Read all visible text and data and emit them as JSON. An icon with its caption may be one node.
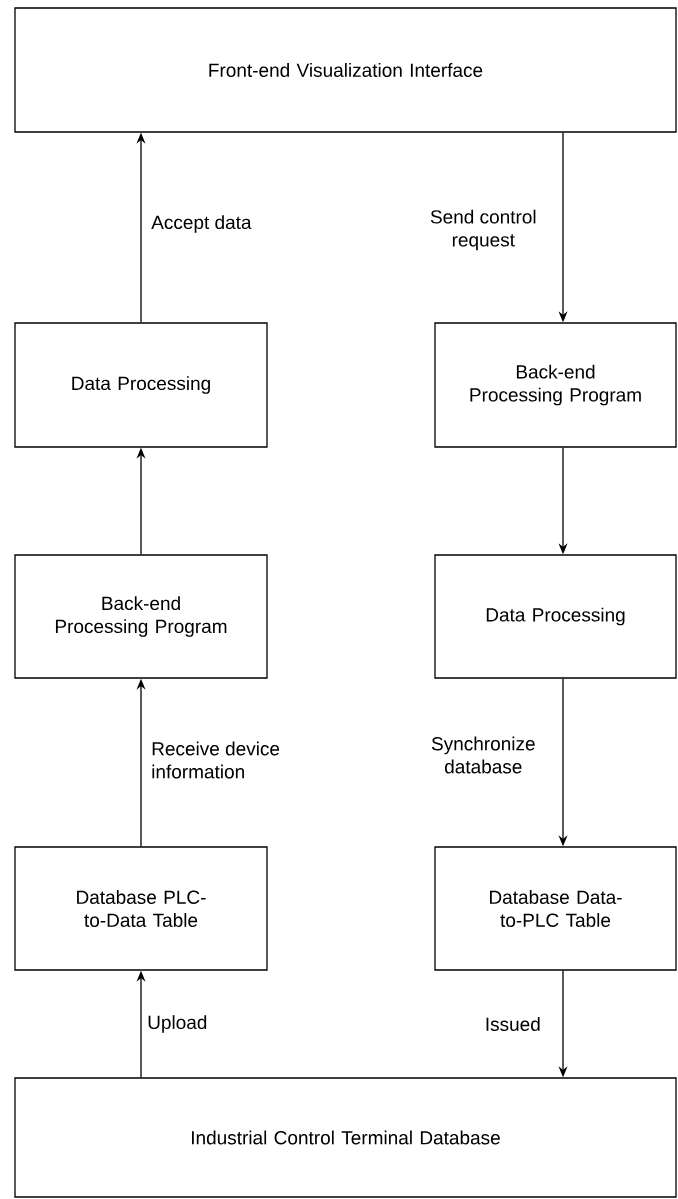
{
  "diagram": {
    "nodes": [
      {
        "text": [
          "Front-end Visualization Interface"
        ]
      },
      {
        "text": [
          "Data Processing"
        ]
      },
      {
        "text": [
          "Back-end Processing Program"
        ]
      },
      {
        "text": [
          "Database PLC-to-Data Table"
        ]
      },
      {
        "text": [
          "Back-end Processing Program"
        ]
      },
      {
        "text": [
          "Data Processing"
        ]
      },
      {
        "text": [
          "Database Data-to-PLC Table"
        ]
      },
      {
        "text": [
          "Industrial Control Terminal Database"
        ]
      }
    ],
    "edges": [
      {
        "from": 1,
        "to": 0,
        "arrow": "to",
        "label": "Accept data"
      },
      {
        "from": 2,
        "to": 1,
        "arrow": "to"
      },
      {
        "from": 3,
        "to": 2,
        "arrow": "to",
        "label": "Receive device information"
      },
      {
        "from": 7,
        "to": 3,
        "arrow": "to",
        "label": "Upload"
      },
      {
        "from": 0,
        "to": 4,
        "arrow": "to",
        "label": "Send control request"
      },
      {
        "from": 4,
        "to": 5,
        "arrow": "to"
      },
      {
        "from": 5,
        "to": 6,
        "arrow": "to",
        "label": "Synchronize database"
      },
      {
        "from": 6,
        "to": 7,
        "arrow": "to",
        "label": "Issued"
      }
    ]
  }
}
